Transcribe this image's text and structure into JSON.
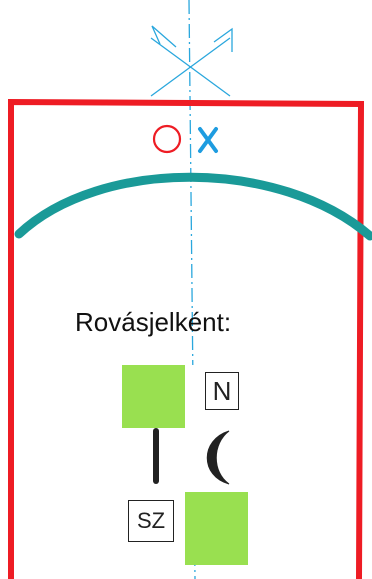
{
  "caption": "Rovásjelként:",
  "tiles": {
    "top_left_color": "#99e050",
    "bottom_right_color": "#99e050",
    "white": "#ffffff"
  },
  "labels": {
    "north": "N",
    "south": "SZ"
  },
  "colors": {
    "frame": "#ee1c24",
    "arc": "#1a9a98",
    "axis": "#2aa7dd",
    "circle": "#ee1c24",
    "cross": "#1e9ce0",
    "ink": "#222222"
  },
  "icons": {
    "top_symbol": "cross-with-flags-icon",
    "circle_mark": "circle-icon",
    "cross_mark": "x-cross-icon",
    "vertical_stroke": "vertical-bar-icon",
    "crescent": "crescent-icon"
  }
}
